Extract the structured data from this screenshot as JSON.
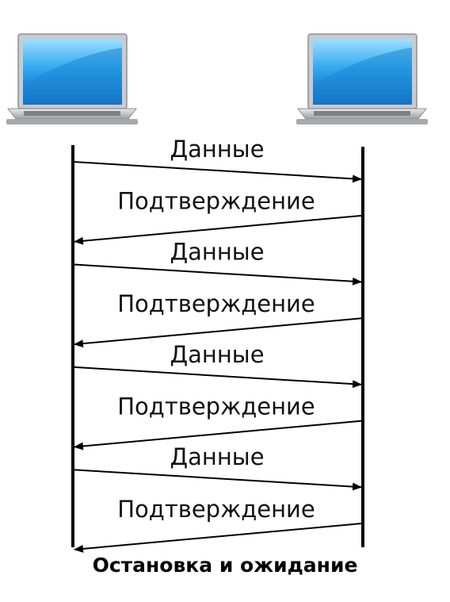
{
  "hosts": {
    "left": {
      "icon": "laptop-icon"
    },
    "right": {
      "icon": "laptop-icon"
    }
  },
  "messages": [
    {
      "label": "Данные",
      "direction": "right"
    },
    {
      "label": "Подтверждение",
      "direction": "left"
    },
    {
      "label": "Данные",
      "direction": "right"
    },
    {
      "label": "Подтверждение",
      "direction": "left"
    },
    {
      "label": "Данные",
      "direction": "right"
    },
    {
      "label": "Подтверждение",
      "direction": "left"
    },
    {
      "label": "Данные",
      "direction": "right"
    },
    {
      "label": "Подтверждение",
      "direction": "left"
    }
  ],
  "caption": "Остановка и ожидание",
  "colors": {
    "line": "#000000",
    "screen": "#2a9be8",
    "laptop_body": "#b9bcc0"
  }
}
